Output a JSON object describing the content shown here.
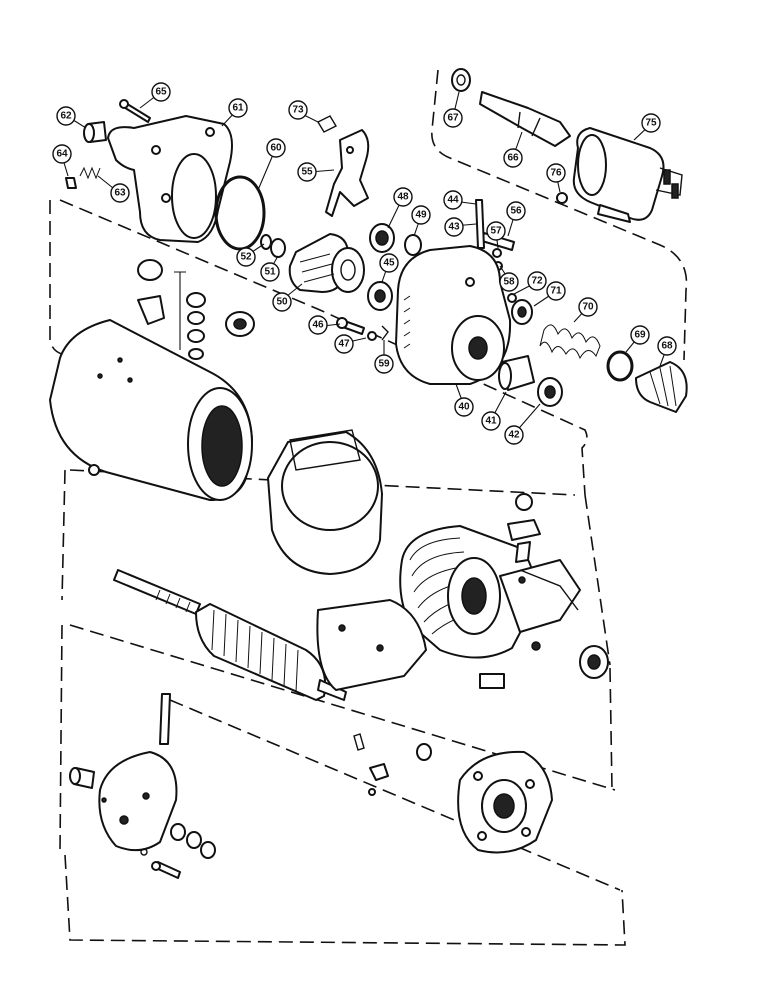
{
  "callouts": {
    "n40": "40",
    "n41": "41",
    "n42": "42",
    "n43": "43",
    "n44": "44",
    "n45": "45",
    "n46": "46",
    "n47": "47",
    "n48": "48",
    "n49": "49",
    "n50": "50",
    "n51": "51",
    "n52": "52",
    "n55": "55",
    "n56": "56",
    "n57": "57",
    "n58": "58",
    "n59": "59",
    "n60": "60",
    "n61": "61",
    "n62": "62",
    "n63": "63",
    "n64": "64",
    "n65": "65",
    "n66": "66",
    "n67": "67",
    "n68": "68",
    "n69": "69",
    "n70": "70",
    "n71": "71",
    "n72": "72",
    "n73": "73",
    "n75": "75",
    "n76": "76"
  }
}
